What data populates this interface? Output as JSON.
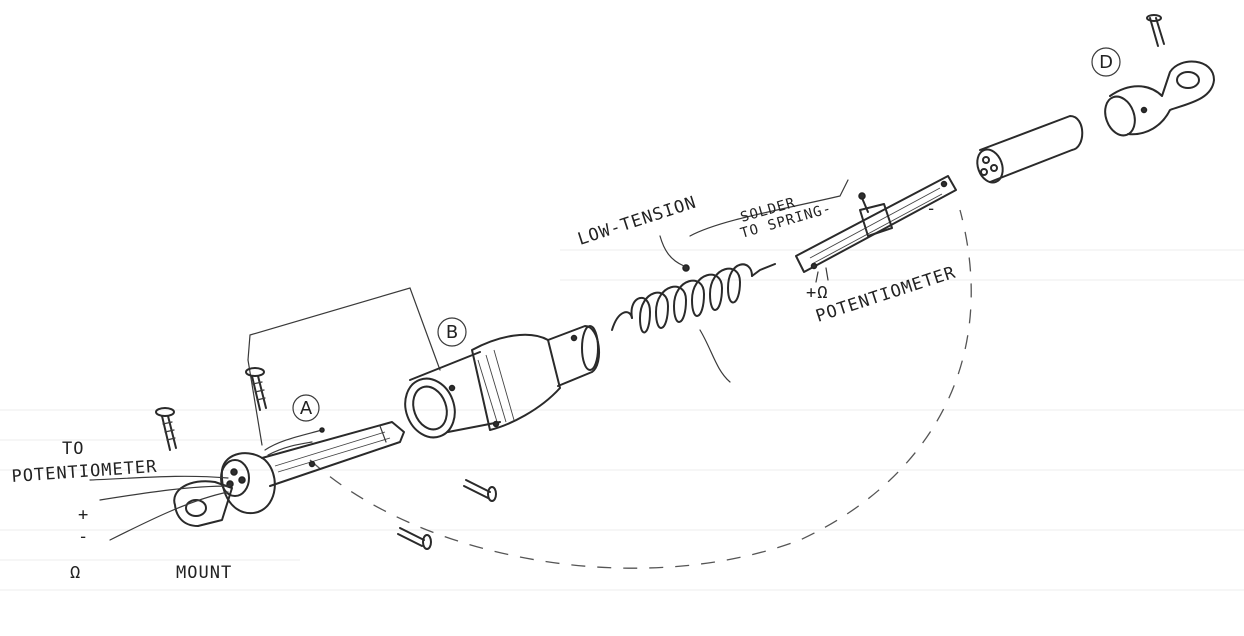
{
  "labels": {
    "part_a": "A",
    "part_b": "B",
    "part_d": "D",
    "to": "TO",
    "to_potentiometer": "POTENTIOMETER",
    "plus": "+",
    "minus": "-",
    "omega": "Ω",
    "mount": "MOUNT",
    "low_tension": "LOW-TENSION",
    "solder_line1": "SOLDER",
    "solder_line2": "TO SPRING-",
    "potentiometer": "POTENTIOMETER",
    "pot_plus_omega": "+Ω",
    "pot_minus": "-"
  }
}
